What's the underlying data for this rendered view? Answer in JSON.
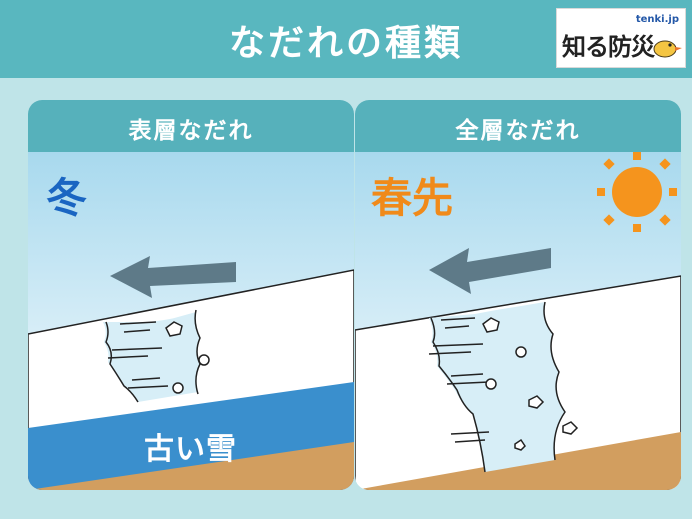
{
  "title": "なだれの種類",
  "logo": {
    "site": "tenki.jp",
    "name": "知る防災"
  },
  "panels": {
    "surface": {
      "label": "表層なだれ",
      "season": "冬",
      "layer_label": "古い雪"
    },
    "full_depth": {
      "label": "全層なだれ",
      "season": "春先"
    }
  },
  "colors": {
    "header": "#59b7bf",
    "sky_top": "#a8d9ee",
    "old_snow_layer": "#3a8fcd",
    "ground": "#d29e5f",
    "sun": "#f5941d",
    "arrow": "#5e7a88"
  },
  "icons": [
    "arrow-left-icon",
    "sun-icon",
    "snowball-icon",
    "bird-icon"
  ]
}
